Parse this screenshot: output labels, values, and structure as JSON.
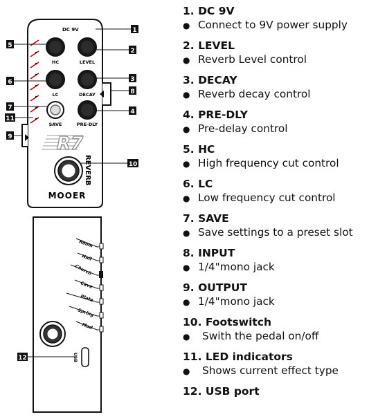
{
  "diagram": {
    "top_label": "DC 9V",
    "knobs": {
      "hc": "HC",
      "level": "LEVEL",
      "lc": "LC",
      "decay": "DECAY",
      "save": "SAVE",
      "predly": "PRE-DLY"
    },
    "brand": "MOOER",
    "model_logo": "R7",
    "model_name": "REVERB",
    "callouts": [
      "1",
      "2",
      "3",
      "4",
      "5",
      "6",
      "7",
      "8",
      "9",
      "10",
      "11",
      "12"
    ],
    "side_modes": [
      "Room",
      "Hall",
      "Church",
      "Cave",
      "Plate",
      "Spring",
      "Mod"
    ],
    "usb_label": "USB"
  },
  "specs": [
    {
      "title": "1. DC 9V",
      "bullet": "Connect to 9V power supply"
    },
    {
      "title": "2. LEVEL",
      "bullet": "Reverb Level control"
    },
    {
      "title": "3. DECAY",
      "bullet": "Reverb decay control"
    },
    {
      "title": "4. PRE-DLY",
      "bullet": "Pre-delay control"
    },
    {
      "title": "5. HC",
      "bullet": "High frequency cut control"
    },
    {
      "title": "6. LC",
      "bullet": "Low frequency cut control"
    },
    {
      "title": "7. SAVE",
      "bullet": "Save settings to a preset slot"
    },
    {
      "title": "8. INPUT",
      "bullet": "1/4\"mono jack"
    },
    {
      "title": "9. OUTPUT",
      "bullet": "1/4\"mono jack"
    },
    {
      "title": "10. Footswitch",
      "bullet": "Swith the pedal on/off"
    },
    {
      "title": "11. LED indicators",
      "bullet": "Shows current effect type"
    },
    {
      "title": "12. USB port",
      "bullet": ""
    }
  ],
  "bullet_symbol": "●"
}
